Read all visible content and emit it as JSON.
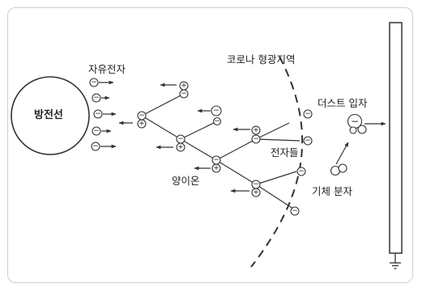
{
  "labels": {
    "conductor": "방전선",
    "free_electrons": "자유전자",
    "corona_region": "코로나 형광지역",
    "dust_particle": "더스트 입자",
    "electrons": "전자들",
    "positive_ions": "양이온",
    "gas_molecule": "기체 분자"
  },
  "symbols": {
    "negative": "−",
    "positive": "+"
  },
  "colors": {
    "line": "#333333",
    "frame": "#cfcfcf",
    "text": "#222222"
  }
}
